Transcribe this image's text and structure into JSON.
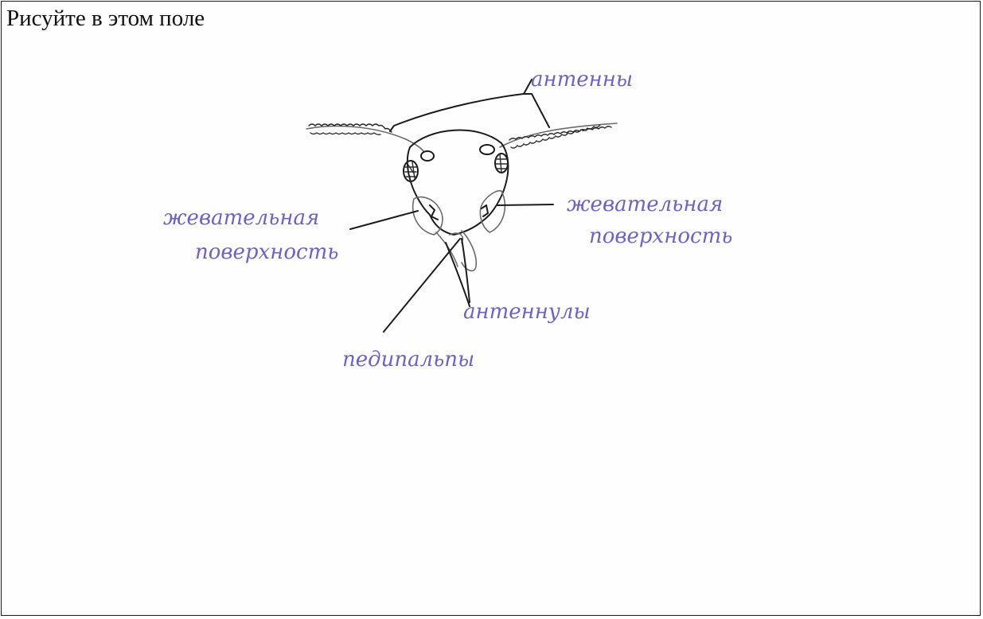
{
  "prompt": "Рисуйте в этом поле",
  "labels": {
    "antennae": "антенны",
    "chewing_left_1": "жевательная",
    "chewing_left_2": "поверхность",
    "chewing_right_1": "жевательная",
    "chewing_right_2": "поверхность",
    "antennules": "антеннулы",
    "pedipalps": "педипальпы"
  },
  "colors": {
    "handwriting": "#6a63c9",
    "ink": "#1c1c1c"
  }
}
